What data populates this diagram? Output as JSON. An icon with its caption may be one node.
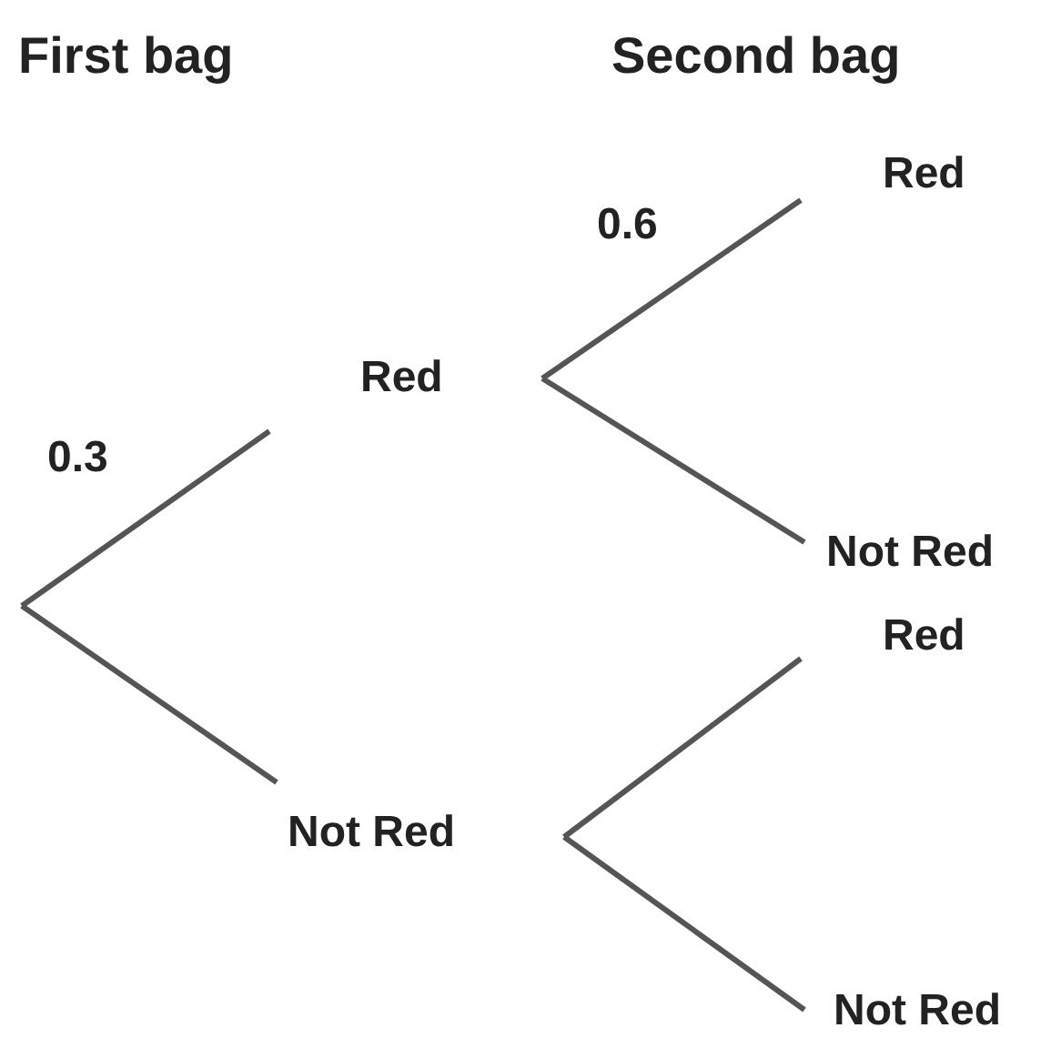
{
  "diagram": {
    "nodes": [
      {
        "text": [
          "Red"
        ]
      },
      {
        "text": [
          "Not Red"
        ]
      },
      {
        "text": [
          "Red"
        ]
      },
      {
        "text": [
          "Not Red"
        ]
      },
      {
        "text": [
          "Red"
        ]
      },
      {
        "text": [
          "Not Red"
        ]
      }
    ],
    "edges": [
      {
        "from": null,
        "to": 0,
        "arrow": "none",
        "label": "0.3"
      },
      {
        "from": null,
        "to": 1,
        "arrow": "none"
      },
      {
        "from": 0,
        "to": 2,
        "arrow": "none",
        "label": "0.6"
      },
      {
        "from": 0,
        "to": 3,
        "arrow": "none"
      },
      {
        "from": 1,
        "to": 4,
        "arrow": "none"
      },
      {
        "from": 1,
        "to": 5,
        "arrow": "none"
      }
    ],
    "labels": [
      "First bag",
      "Second bag"
    ]
  }
}
